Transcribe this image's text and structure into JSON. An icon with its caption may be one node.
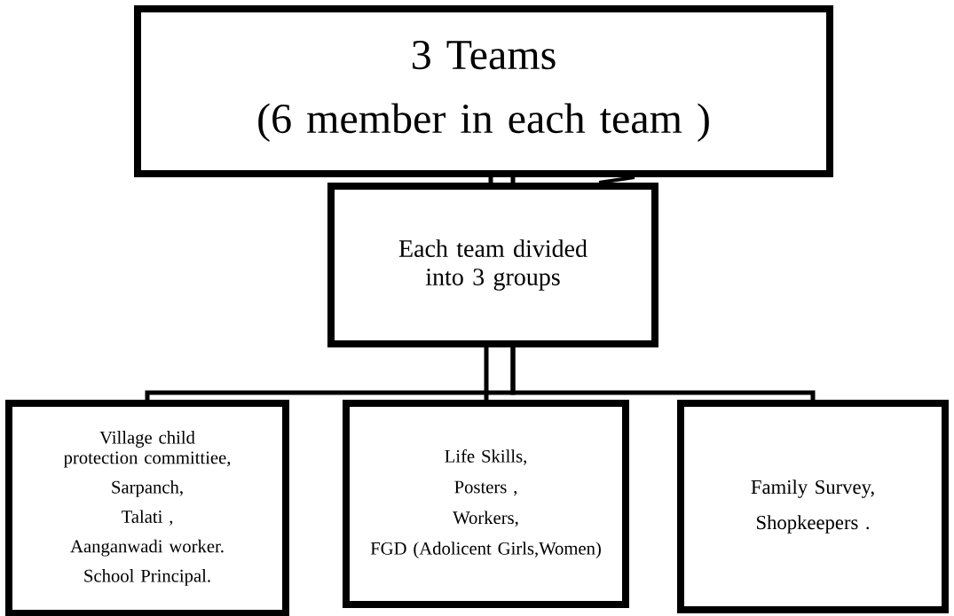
{
  "diagram": {
    "nodes": [
      {
        "text": [
          "3 Teams",
          "(6 member in each team )"
        ]
      },
      {
        "text": [
          "Each team divided into 3 groups"
        ]
      },
      {
        "text": [
          "Village child protection committiee,",
          "Sarpanch,",
          "Talati ,",
          "Aanganwadi worker.",
          "School Principal."
        ]
      },
      {
        "text": [
          "Life Skills,",
          "Posters ,",
          "Workers,",
          "FGD (Adolicent Girls,Women)"
        ]
      },
      {
        "text": [
          "Family Survey,",
          "Shopkeepers ."
        ]
      }
    ],
    "edges": [
      {
        "from": 0,
        "to": 1,
        "arrow": "none"
      },
      {
        "from": 0,
        "to": 1,
        "arrow": "none"
      },
      {
        "from": 0,
        "to": 1,
        "arrow": "none"
      },
      {
        "from": 1,
        "to": 2,
        "arrow": "none"
      },
      {
        "from": 1,
        "to": 3,
        "arrow": "none"
      },
      {
        "from": 1,
        "to": 4,
        "arrow": "none"
      }
    ]
  }
}
